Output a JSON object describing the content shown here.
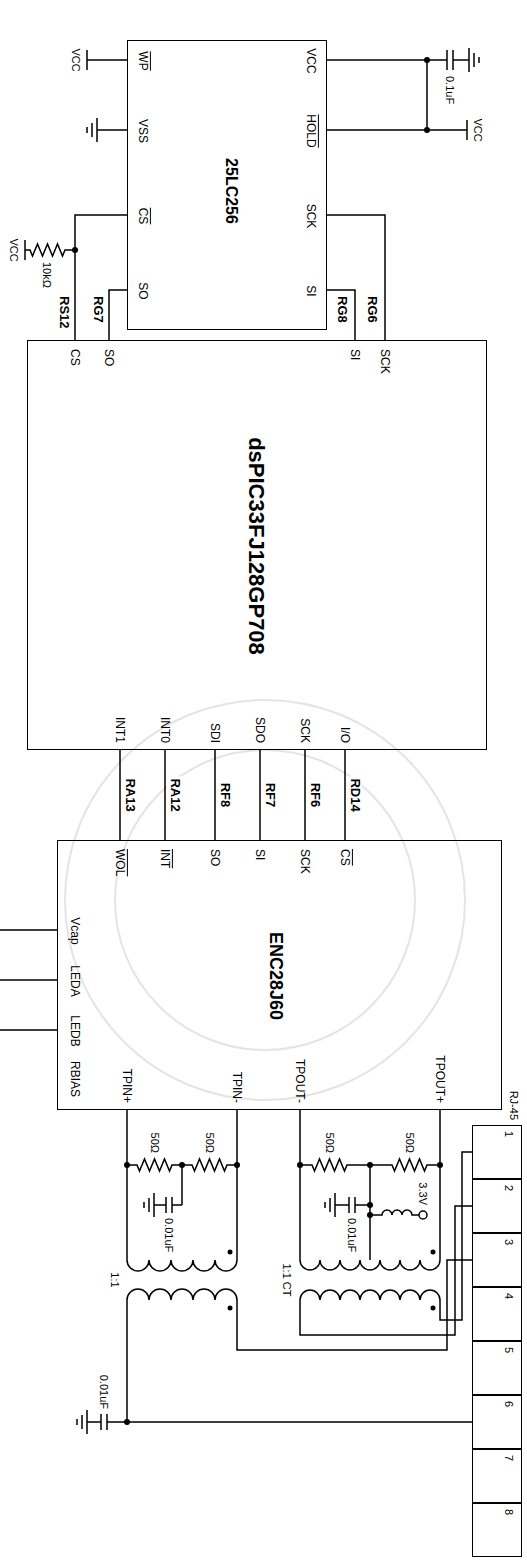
{
  "diagram": {
    "nodes": [
      {
        "text": [
          "25LC256",
          "WP",
          "VSS",
          "CS",
          "SO",
          "VCC",
          "HOLD",
          "SCK",
          "SI"
        ]
      },
      {
        "text": [
          "dsPIC33FJ128GP708",
          "CS",
          "SO",
          "SI",
          "SCK",
          "INT1",
          "INT0",
          "SDI",
          "SDO",
          "SCK",
          "I/O"
        ]
      },
      {
        "text": [
          "ENC28J60",
          "CS",
          "SCK",
          "SI",
          "SO",
          "INT",
          "WOL",
          "Vcap",
          "LEDA",
          "LEDB",
          "RBIAS",
          "TPOUT+",
          "TPOUT-",
          "TPIN-",
          "TPIN+"
        ]
      },
      {
        "text": [
          "1"
        ]
      },
      {
        "text": [
          "2"
        ]
      },
      {
        "text": [
          "3"
        ]
      },
      {
        "text": [
          "4"
        ]
      },
      {
        "text": [
          "5"
        ]
      },
      {
        "text": [
          "6"
        ]
      },
      {
        "text": [
          "7"
        ]
      },
      {
        "text": [
          "8"
        ]
      }
    ],
    "edges": [
      {
        "from": 0,
        "to": 1,
        "arrow": "none",
        "label": "RS12"
      },
      {
        "from": 0,
        "to": 1,
        "arrow": "none",
        "label": "RG7"
      },
      {
        "from": 0,
        "to": 1,
        "arrow": "none",
        "label": "RG8"
      },
      {
        "from": 0,
        "to": 1,
        "arrow": "none",
        "label": "RG6"
      },
      {
        "from": 1,
        "to": 2,
        "arrow": "none",
        "label": "RA13"
      },
      {
        "from": 1,
        "to": 2,
        "arrow": "none",
        "label": "RA12"
      },
      {
        "from": 1,
        "to": 2,
        "arrow": "none",
        "label": "RF8"
      },
      {
        "from": 1,
        "to": 2,
        "arrow": "none",
        "label": "RF7"
      },
      {
        "from": 1,
        "to": 2,
        "arrow": "none",
        "label": "RF6"
      },
      {
        "from": 1,
        "to": 2,
        "arrow": "none",
        "label": "RD14"
      }
    ],
    "labels": [
      "VCC",
      "0.1uF",
      "VCC",
      "VCC",
      "10kΩ",
      "3.3V",
      "50Ω",
      "50Ω",
      "0.01uF",
      "1:1 CT",
      "50Ω",
      "50Ω",
      "0.01uF",
      "1:1",
      "0.01uF",
      "RJ-45"
    ]
  }
}
